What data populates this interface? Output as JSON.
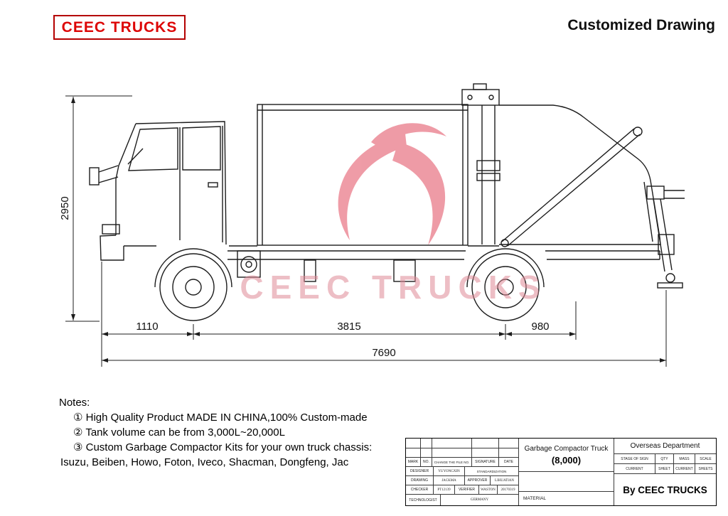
{
  "header": {
    "logo_text": "CEEC TRUCKS",
    "title": "Customized Drawing"
  },
  "watermark": {
    "text": "CEEC TRUCKS"
  },
  "dimensions": {
    "overall_height": "2950",
    "front_overhang": "1110",
    "wheelbase": "3815",
    "rear_overhang": "980",
    "overall_length": "7690"
  },
  "notes": {
    "heading": "Notes:",
    "items": [
      "① High Quality Product MADE IN CHINA,100% Custom-made",
      "② Tank volume can be from 3,000L~20,000L",
      "③ Custom Garbage Compactor Kits for your own truck chassis:",
      "Isuzu, Beiben, Howo, Foton, Iveco, Shacman, Dongfeng, Jac"
    ]
  },
  "title_block": {
    "header_row": {
      "mark": "MARK",
      "no": "NO.",
      "change_file": "CHANGE THE FILE NO.",
      "signature": "SIGNATURE",
      "date": "DATE"
    },
    "designer_label": "DESIGNER",
    "designer": "YUYONGXIN",
    "standardization": "STANDARDIZATION",
    "drawing_label": "DRAWING",
    "drawing": "JACKMA",
    "approver_label": "APPROVER",
    "approver": "LIHUATIAN",
    "checker_label": "CHECKER",
    "checker": "PT12139",
    "verifier_label": "VERIFIER",
    "verifier": "WASTON",
    "date_value": "20170319",
    "technologist_label": "TECHNOLOGIST",
    "technologist": "GERMANY",
    "product": "Garbage Compactor Truck",
    "capacity": "(8,000)",
    "material_label": "MATERIAL",
    "department": "Overseas Department",
    "stage_label": "STAGE OF SIGN",
    "qty_label": "QTY",
    "mass_label": "MASS",
    "scale_label": "SCALE",
    "current_label": "CURRENT",
    "sheet_label": "SHEET",
    "current2_label": "CURRENT",
    "sheets_label": "SHEETS",
    "by": "By CEEC TRUCKS"
  },
  "colors": {
    "brand_red": "#dd0505",
    "watermark_pink": "#e14b5f",
    "line_color": "#1c1c1c"
  }
}
